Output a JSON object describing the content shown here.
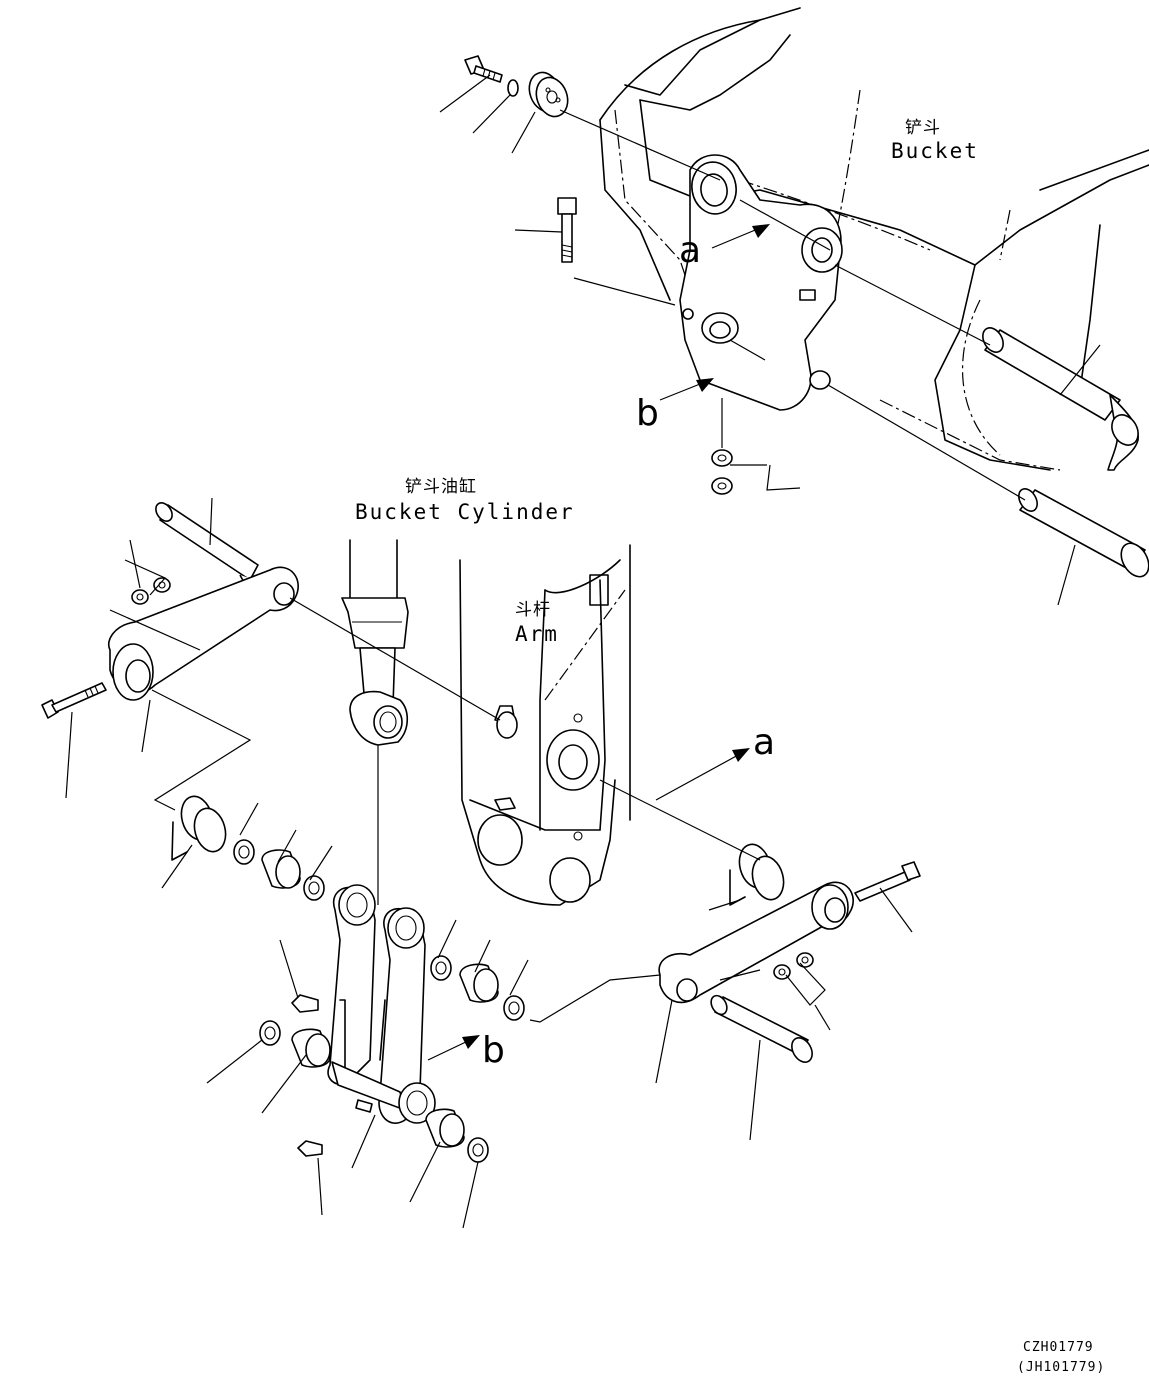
{
  "labels": {
    "bucket_cn": "铲斗",
    "bucket_en": "Bucket",
    "cylinder_cn": "铲斗油缸",
    "cylinder_en": "Bucket Cylinder",
    "arm_cn": "斗杆",
    "arm_en": "Arm"
  },
  "markers": {
    "a_top": "a",
    "b_top": "b",
    "a_right": "a",
    "b_bottom": "b"
  },
  "drawing_codes": {
    "code": "CZH01779",
    "alt_code": "(JH101779)"
  }
}
